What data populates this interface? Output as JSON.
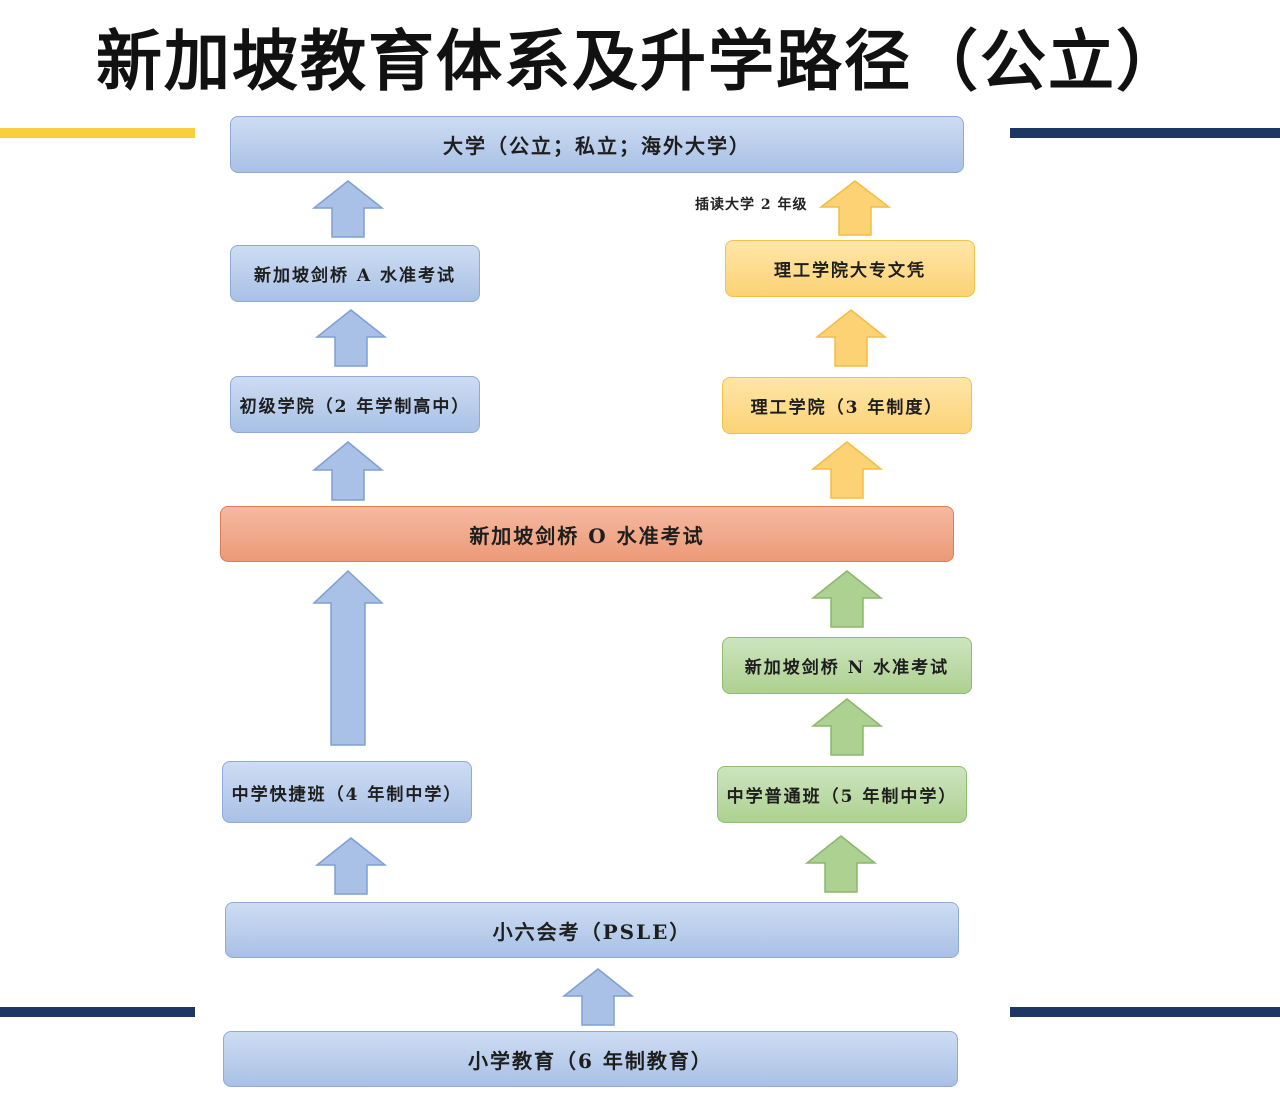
{
  "title": "新加坡教育体系及升学路径（公立）",
  "colors": {
    "accent_yellow": "#f9cf3f",
    "accent_navy": "#1c3764",
    "blue": "#a9c1e6",
    "orange": "#ec9a78",
    "yellow": "#fcd275",
    "green": "#add190"
  },
  "nodes": {
    "university": "大学（公立；私立；海外大学）",
    "a_level": "新加坡剑桥 A 水准考试",
    "junior_college": "初级学院（2 年学制高中）",
    "poly_diploma": "理工学院大专文凭",
    "polytechnic": "理工学院（3 年制度）",
    "o_level": "新加坡剑桥 O 水准考试",
    "n_level": "新加坡剑桥 N 水准考试",
    "express": "中学快捷班（4 年制中学）",
    "normal": "中学普通班（5 年制中学）",
    "psle": "小六会考（PSLE）",
    "primary": "小学教育（6 年制教育）"
  },
  "annotations": {
    "direct_entry": "插读大学 2 年级"
  }
}
